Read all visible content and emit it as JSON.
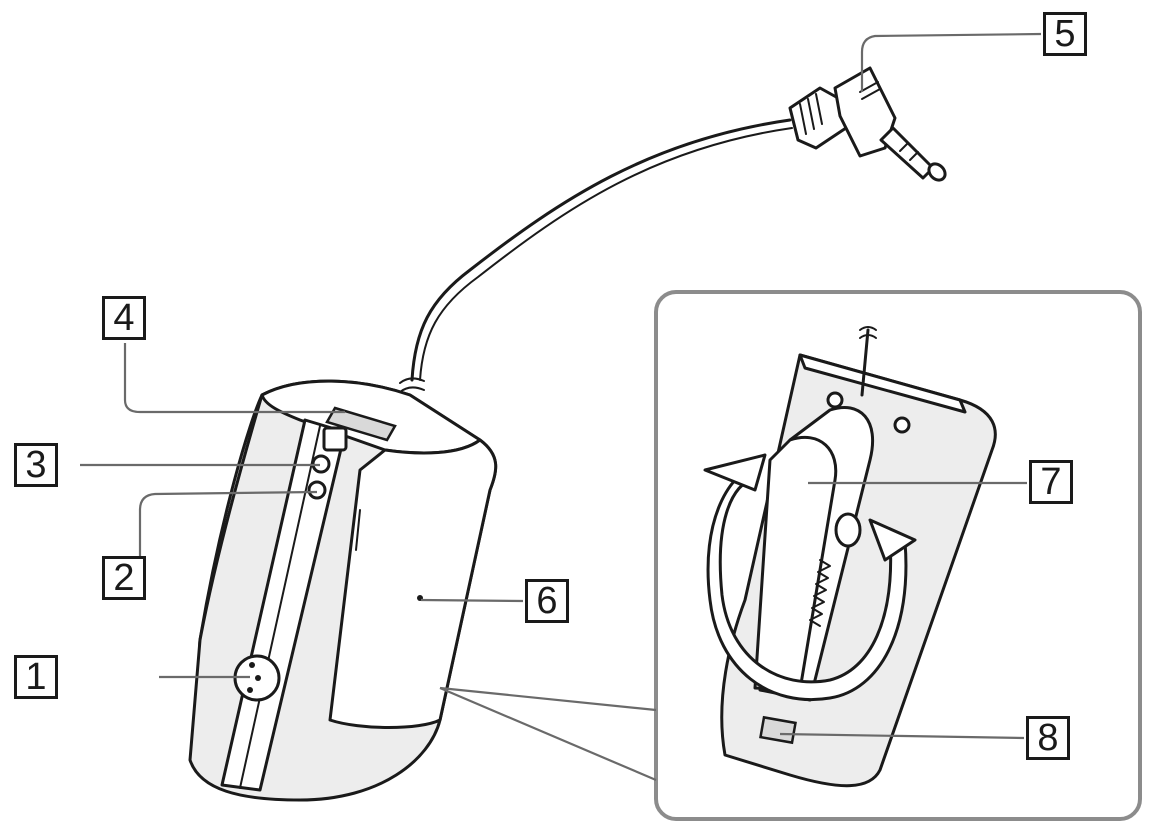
{
  "callouts": [
    {
      "id": "1",
      "label": "1"
    },
    {
      "id": "2",
      "label": "2"
    },
    {
      "id": "3",
      "label": "3"
    },
    {
      "id": "4",
      "label": "4"
    },
    {
      "id": "5",
      "label": "5"
    },
    {
      "id": "6",
      "label": "6"
    },
    {
      "id": "7",
      "label": "7"
    },
    {
      "id": "8",
      "label": "8"
    }
  ],
  "colors": {
    "line": "#1a1a1a",
    "leader": "#6a6a6a",
    "shade": "#ededed",
    "arrow": "#ffffff"
  }
}
